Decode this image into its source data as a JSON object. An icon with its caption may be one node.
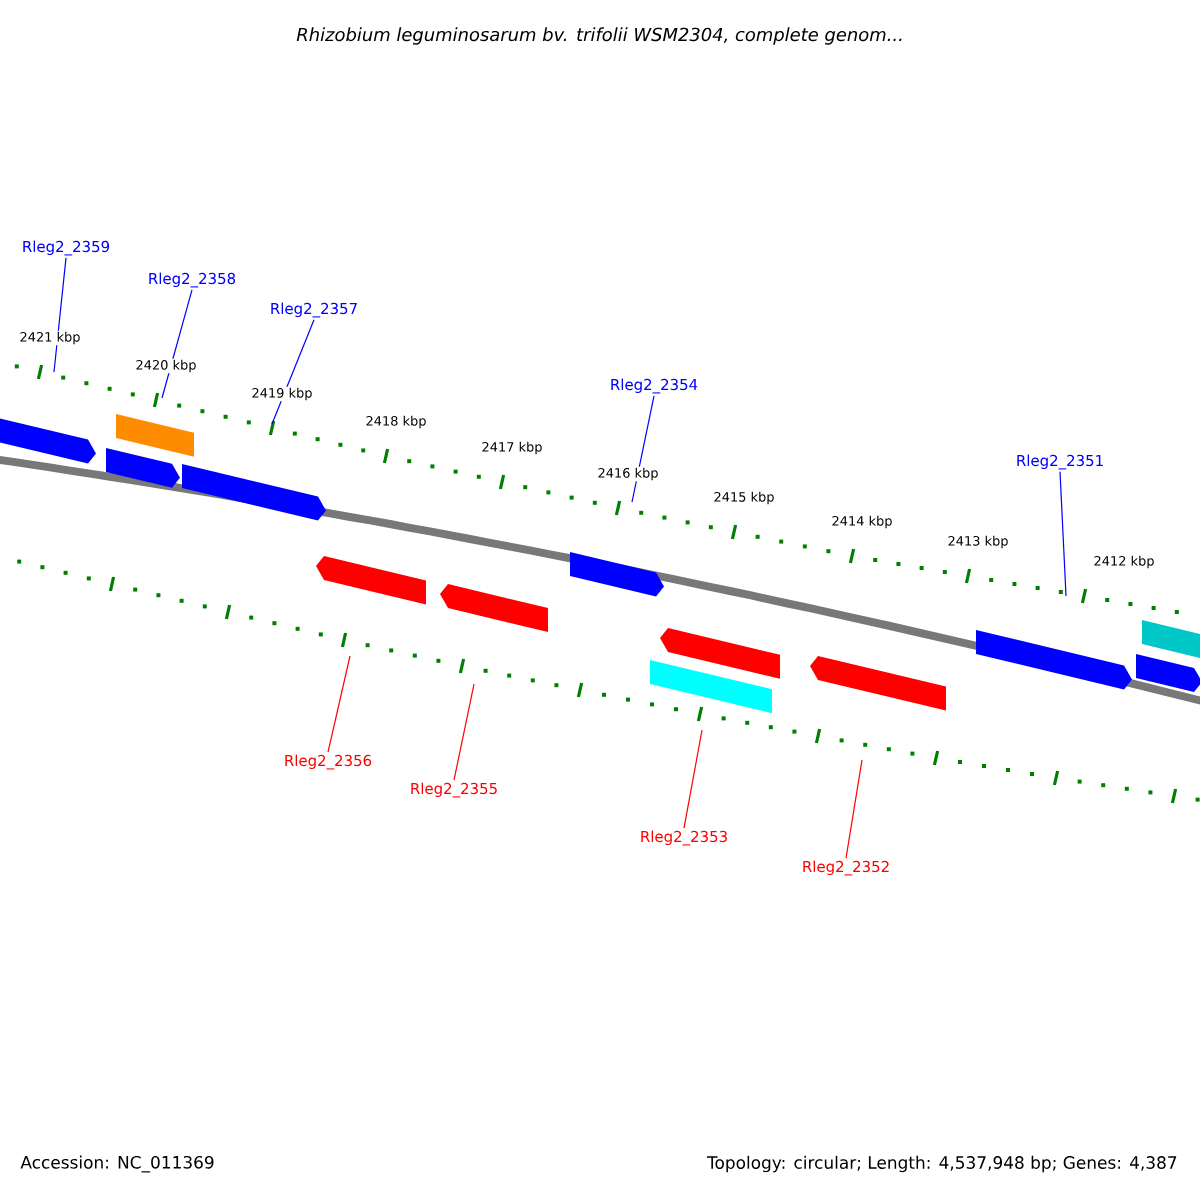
{
  "diagram": {
    "title": "Rhizobium leguminosarum bv. trifolii WSM2304, complete genom...",
    "nodes": [
      {
        "text": [
          "Rleg2_2359"
        ]
      },
      {
        "text": [
          "Rleg2_2358"
        ]
      },
      {
        "text": [
          "Rleg2_2357"
        ]
      },
      {
        "text": [
          "Rleg2_2354"
        ]
      },
      {
        "text": [
          "Rleg2_2351"
        ]
      },
      {
        "text": [
          "Rleg2_2356"
        ]
      },
      {
        "text": [
          "Rleg2_2355"
        ]
      },
      {
        "text": [
          "Rleg2_2353"
        ]
      },
      {
        "text": [
          "Rleg2_2352"
        ]
      }
    ],
    "edges": [
      {
        "from": 0,
        "to": null,
        "arrow": "none"
      },
      {
        "from": 1,
        "to": null,
        "arrow": "none"
      },
      {
        "from": 2,
        "to": null,
        "arrow": "none"
      },
      {
        "from": 3,
        "to": null,
        "arrow": "none"
      },
      {
        "from": 4,
        "to": null,
        "arrow": "none"
      },
      {
        "from": 5,
        "to": null,
        "arrow": "none",
        "color": "#ff0000"
      },
      {
        "from": 6,
        "to": null,
        "arrow": "none",
        "color": "#ff0000"
      },
      {
        "from": 7,
        "to": null,
        "arrow": "none",
        "color": "#ff0000"
      },
      {
        "from": 8,
        "to": null,
        "arrow": "none",
        "color": "#ff0000"
      }
    ],
    "labels": [
      "2421 kbp",
      "2420 kbp",
      "2419 kbp",
      "2418 kbp",
      "2417 kbp",
      "2416 kbp",
      "2415 kbp",
      "2414 kbp",
      "2413 kbp",
      "2412 kbp",
      "Accession: NC_011369",
      "Topology: circular; Length: 4,537,948 bp; Genes: 4,387"
    ]
  }
}
